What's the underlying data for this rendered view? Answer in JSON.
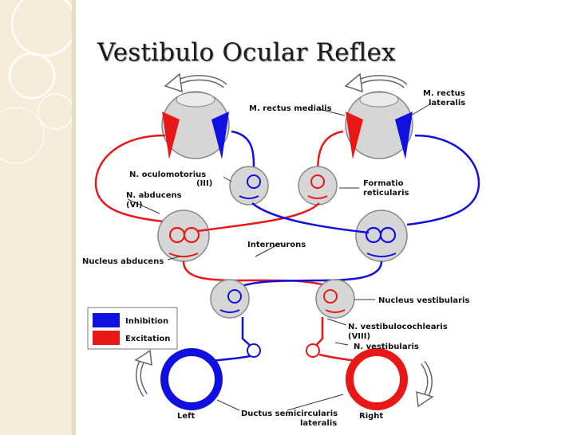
{
  "title": "Vestibulo Ocular Reflex",
  "colors": {
    "inhibition": "#1010e0",
    "excitation": "#e81818",
    "nucleus_fill": "#d8d8d8",
    "background_panel": "#f4ecd8"
  },
  "legend": {
    "inhibition": "Inhibition",
    "excitation": "Excitation"
  },
  "labels": {
    "rectus_medialis": "M. rectus medialis",
    "rectus_lateralis_1": "M. rectus",
    "rectus_lateralis_2": "lateralis",
    "oculomotorius_1": "N. oculomotorius",
    "oculomotorius_2": "(III)",
    "abducens_1": "N. abducens",
    "abducens_2": "(VI)",
    "formatio_1": "Formatio",
    "formatio_2": "reticularis",
    "interneurons": "Interneurons",
    "nucleus_abducens": "Nucleus abducens",
    "nucleus_vestibularis": "Nucleus vestibularis",
    "vestibulocochlearis_1": "N. vestibulocochlearis",
    "vestibulocochlearis_2": "(VIII)",
    "n_vestibularis": "N. vestibularis",
    "left": "Left",
    "right": "Right",
    "ductus_1": "Ductus semicircularis",
    "ductus_2": "lateralis"
  }
}
